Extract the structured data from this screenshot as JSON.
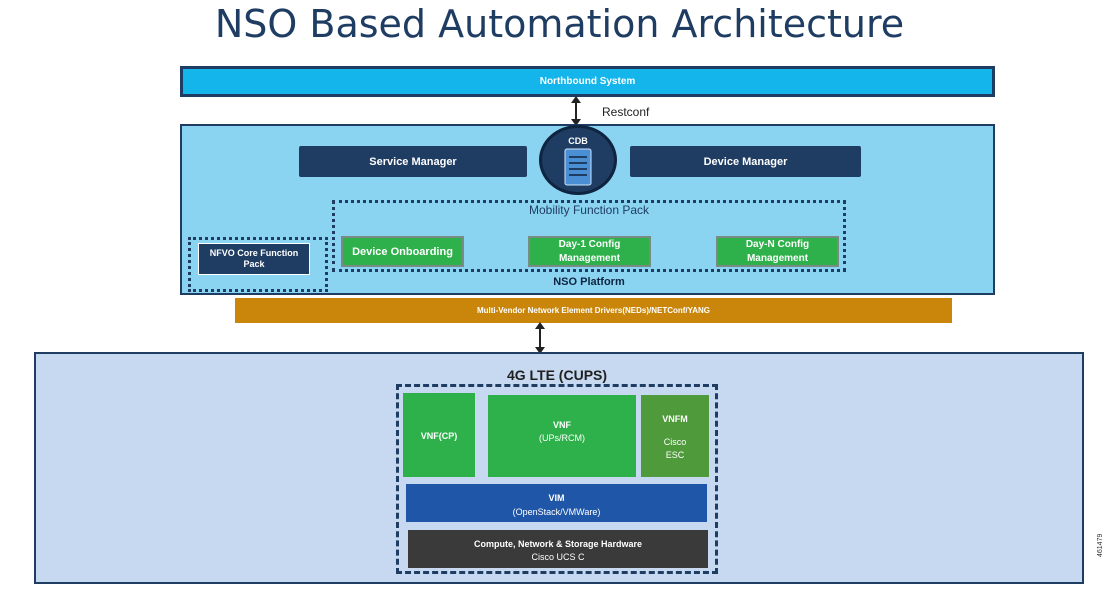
{
  "title": "NSO Based Automation Architecture",
  "northbound": "Northbound System",
  "restconf": "Restconf",
  "nso": {
    "service_manager": "Service Manager",
    "device_manager": "Device Manager",
    "cdb": "CDB",
    "mobility_function_pack": "Mobility Function Pack",
    "device_onboarding": "Device Onboarding",
    "day1": "Day-1 Config Management",
    "dayn": "Day-N Config Management",
    "platform_label": "NSO Platform",
    "nfvo": "NFVO Core Function Pack"
  },
  "neds": "Multi-Vendor Network Element Drivers(NEDs)/NETConf/YANG",
  "lte": {
    "title": "4G LTE (CUPS)",
    "vnf_cp": "VNF(CP)",
    "vnf_title": "VNF",
    "vnf_sub": "(UPs/RCM)",
    "vnfm_title": "VNFM",
    "vnfm_sub": "Cisco ESC",
    "vim_title": "VIM",
    "vim_sub": "(OpenStack/VMWare)",
    "hw_title": "Compute, Network & Storage Hardware",
    "hw_sub": "Cisco UCS C"
  },
  "figure_id": "461479"
}
